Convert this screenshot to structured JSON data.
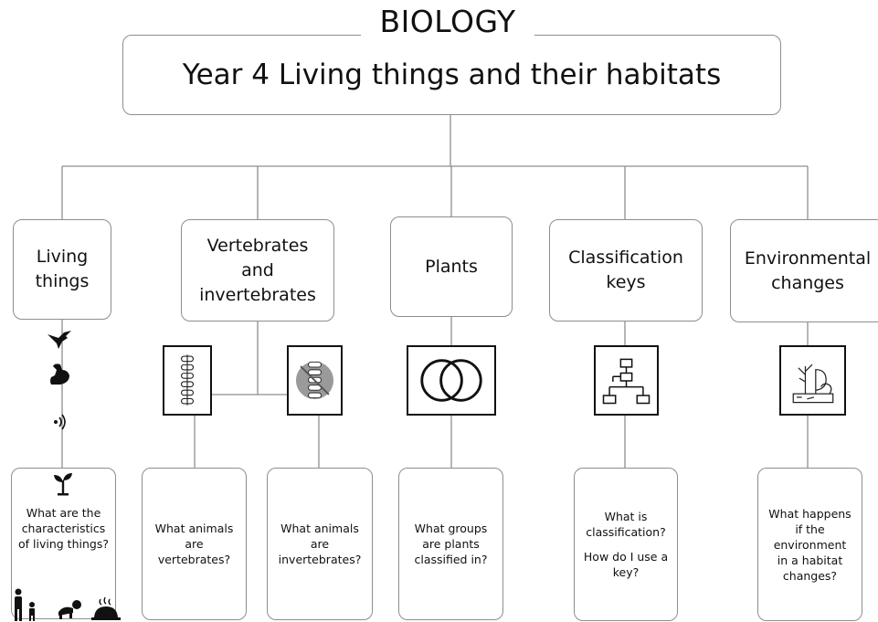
{
  "subject": "BIOLOGY",
  "title": "Year 4 Living things and their habitats",
  "topics": {
    "living_things": {
      "label": "Living\nthings",
      "question": "What are the characteristics of living things?"
    },
    "vertebrates": {
      "label": "Vertebrates\nand\ninvertebrates",
      "question_vertebrates": "What animals are vertebrates?",
      "question_invertebrates": "What animals are invertebrates?"
    },
    "plants": {
      "label": "Plants",
      "question": "What groups are plants classified in?"
    },
    "classification": {
      "label": "Classification\nkeys",
      "question_1": "What is classification?",
      "question_2": "How do I use a key?"
    },
    "environment": {
      "label": "Environmental\nchanges",
      "question": "What happens if the environment in a habitat changes?"
    }
  },
  "icons": [
    "bird-icon",
    "muscle-arm-icon",
    "sound-waves-icon",
    "sprout-icon",
    "family-icon",
    "baby-crawling-icon",
    "food-icon",
    "spine-icon",
    "spine-crossed-icon",
    "venn-diagram-icon",
    "hierarchy-chart-icon",
    "habitat-tree-icon"
  ],
  "colors": {
    "border": "#8e8e8e",
    "line": "#8e8e8e",
    "icon": "#111111"
  }
}
